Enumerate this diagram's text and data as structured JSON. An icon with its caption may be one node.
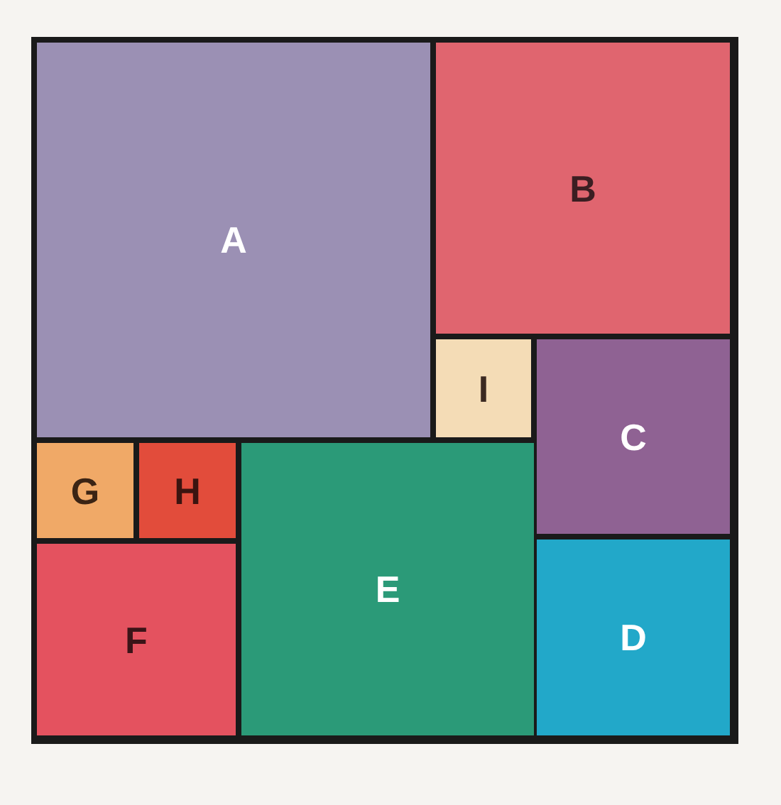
{
  "diagram": {
    "nodes": [
      {
        "text": [
          "A"
        ]
      },
      {
        "text": [
          "B"
        ]
      },
      {
        "text": [
          "I"
        ]
      },
      {
        "text": [
          "C"
        ]
      },
      {
        "text": [
          "G"
        ]
      },
      {
        "text": [
          "H"
        ]
      },
      {
        "text": [
          "E"
        ]
      },
      {
        "text": [
          "D"
        ]
      },
      {
        "text": [
          "F"
        ]
      }
    ]
  }
}
